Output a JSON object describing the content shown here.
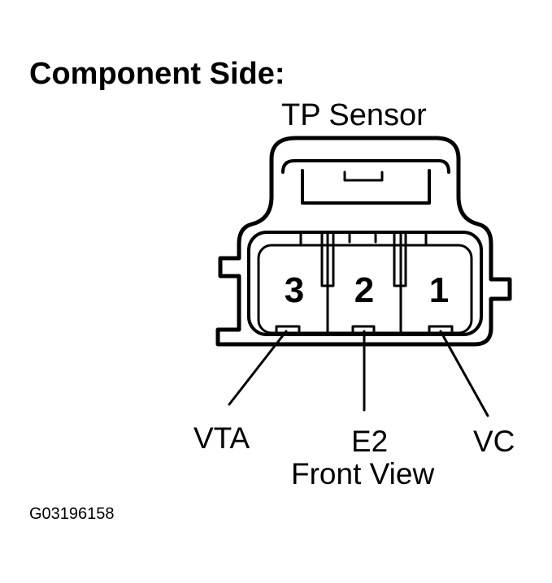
{
  "heading": "Component Side:",
  "component_name": "TP Sensor",
  "pins": [
    {
      "number": "3",
      "signal": "VTA"
    },
    {
      "number": "2",
      "signal": "E2"
    },
    {
      "number": "1",
      "signal": "VC"
    }
  ],
  "view_label": "Front View",
  "figure_code": "G03196158",
  "colors": {
    "ink": "#000000",
    "paper": "#ffffff"
  }
}
